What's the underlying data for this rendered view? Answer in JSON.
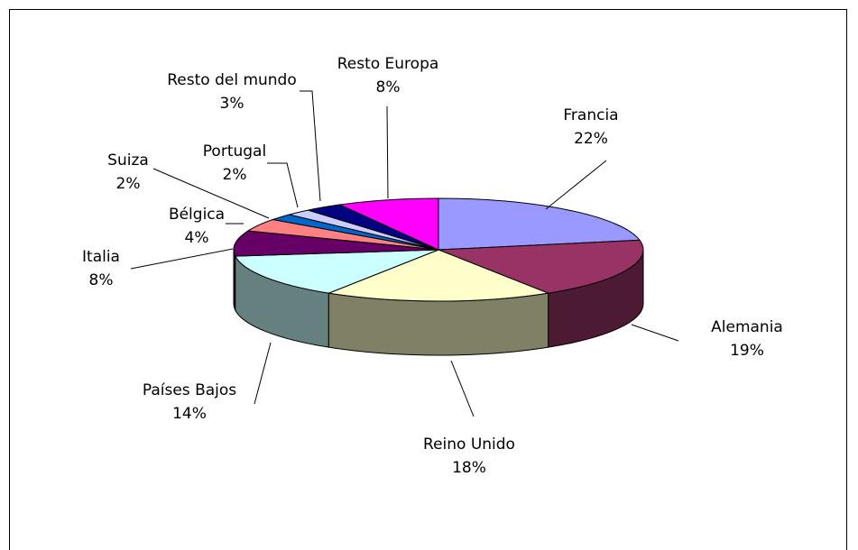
{
  "chart_data": {
    "type": "pie",
    "style": "3d-exploded-free",
    "categories": [
      "Francia",
      "Alemania",
      "Reino Unido",
      "Países Bajos",
      "Italia",
      "Bélgica",
      "Suiza",
      "Portugal",
      "Resto del mundo",
      "Resto Europa"
    ],
    "values": [
      22,
      19,
      18,
      14,
      8,
      4,
      2,
      2,
      3,
      8
    ],
    "labels": [
      "22%",
      "19%",
      "18%",
      "14%",
      "8%",
      "4%",
      "2%",
      "2%",
      "3%",
      "8%"
    ],
    "colors": {
      "Francia": "#9999ff",
      "Alemania": "#993366",
      "Reino Unido": "#ffffcc",
      "Países Bajos": "#ccffff",
      "Italia": "#660066",
      "Bélgica": "#ff8080",
      "Suiza": "#0066cc",
      "Portugal": "#ccccff",
      "Resto del mundo": "#000080",
      "Resto Europa": "#ff00ff"
    },
    "title": "",
    "legend": "none"
  }
}
